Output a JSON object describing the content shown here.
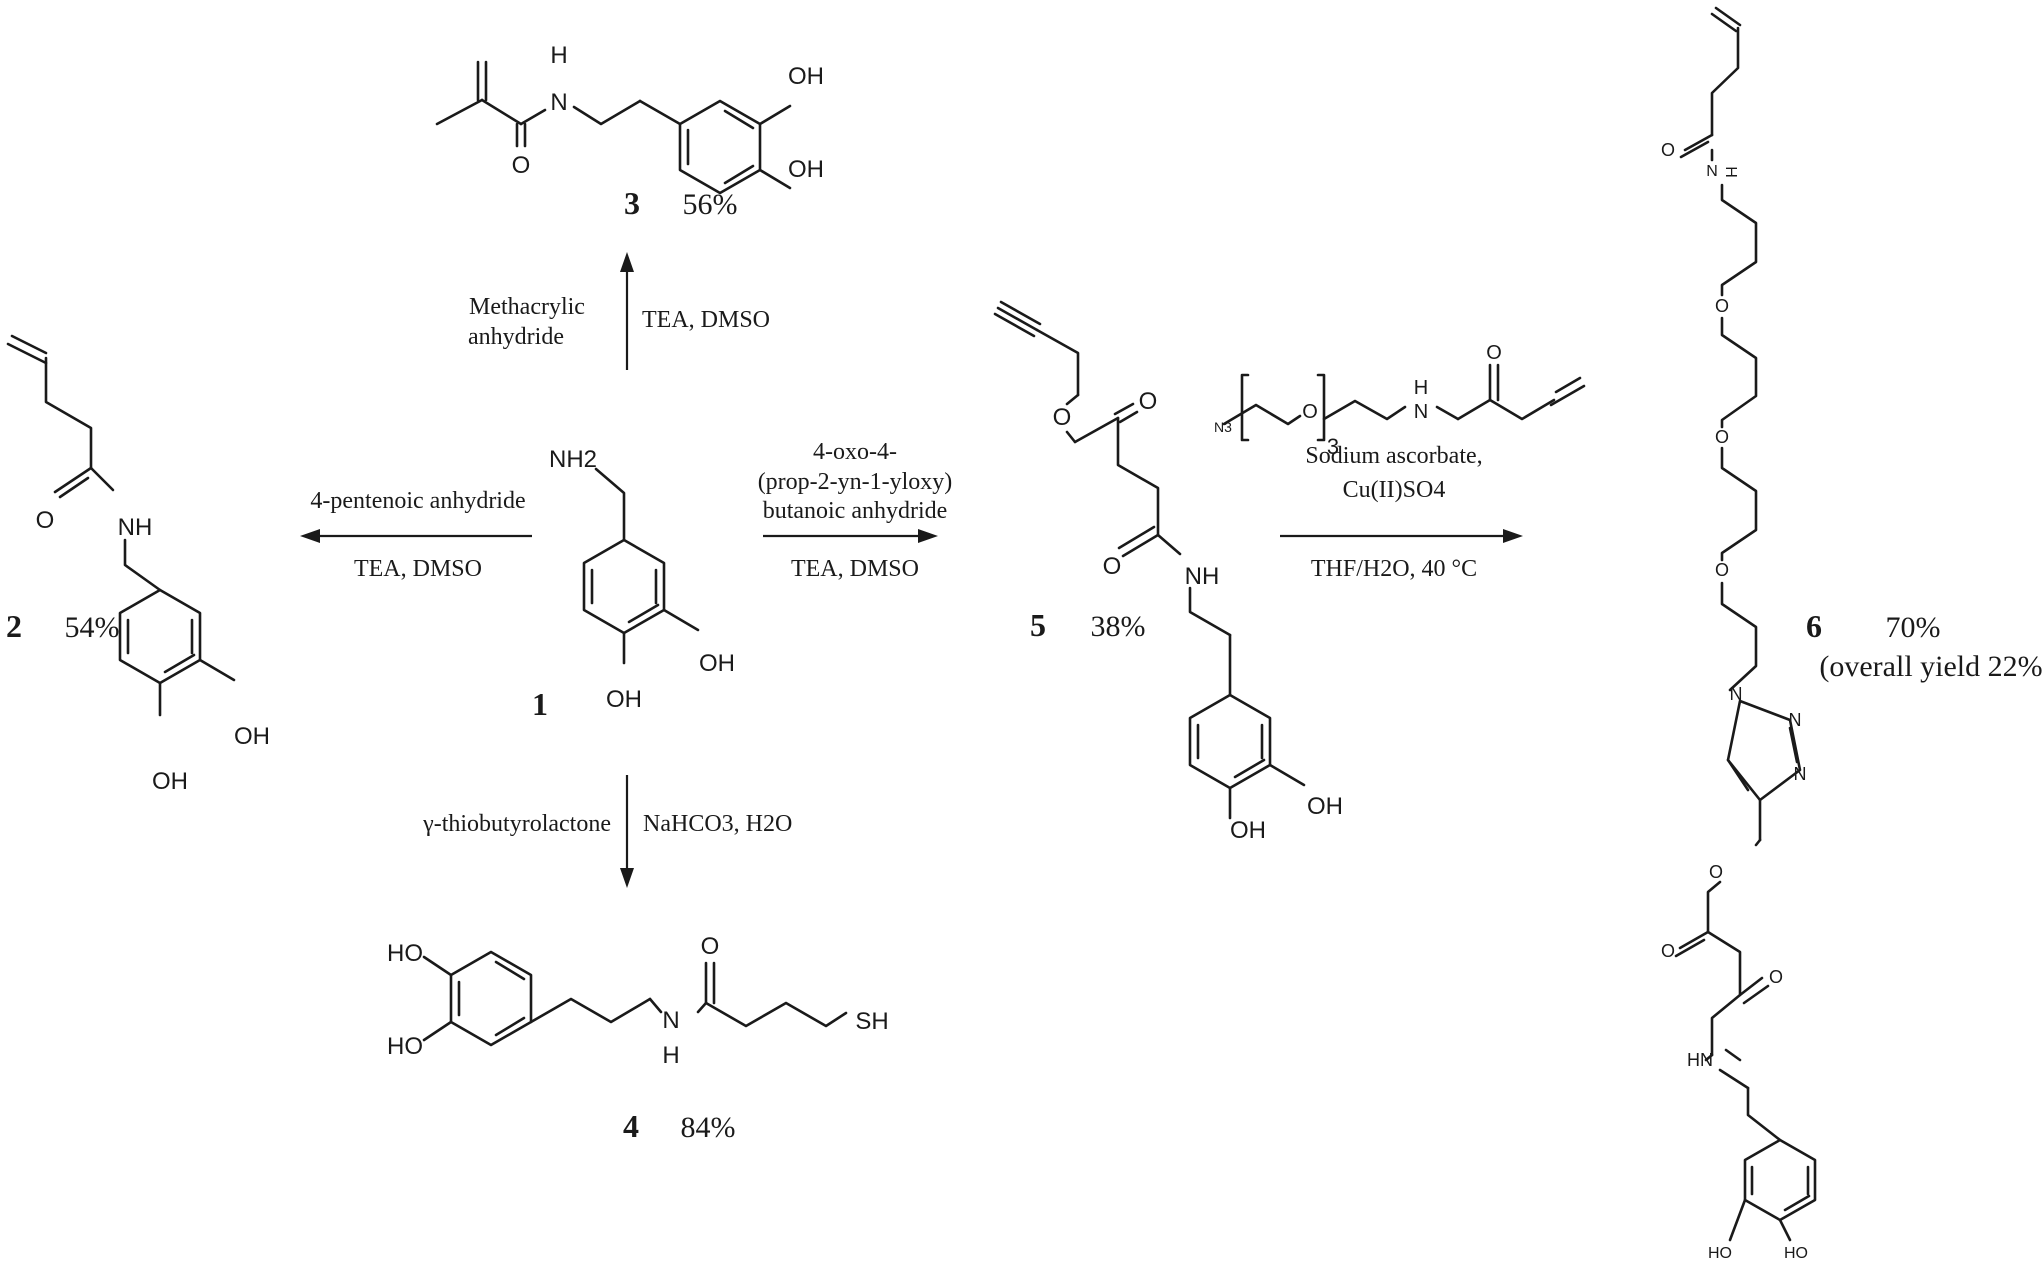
{
  "compounds": {
    "c1": {
      "number": "1",
      "amine": "NH2",
      "oh_a": "OH",
      "oh_b": "OH"
    },
    "c2": {
      "number": "2",
      "yield": "54%",
      "nh": "NH",
      "o": "O",
      "oh_a": "OH",
      "oh_b": "OH"
    },
    "c3": {
      "number": "3",
      "yield": "56%",
      "h": "H",
      "n": "N",
      "o": "O",
      "oh_a": "OH",
      "oh_b": "OH"
    },
    "c4": {
      "number": "4",
      "yield": "84%",
      "oh_a": "HO",
      "oh_b": "HO",
      "n": "N",
      "h": "H",
      "o": "O",
      "sh": "SH"
    },
    "c5": {
      "number": "5",
      "yield": "38%",
      "o_ester": "O",
      "o_carbonyl": "O",
      "o_amide": "O",
      "nh": "NH",
      "oh_a": "OH",
      "oh_b": "OH"
    },
    "c6": {
      "number": "6",
      "yield": "70%",
      "overall": "(overall yield 22%)",
      "o_top": "O",
      "h": "H",
      "n_top": "N",
      "o1": "O",
      "o2": "O",
      "o3": "O",
      "n1": "N",
      "n2": "N",
      "n3": "N",
      "o_link": "O",
      "o_ester": "O",
      "o_amide": "O",
      "hn": "HN",
      "oh_a": "HO",
      "oh_b": "HO"
    }
  },
  "reagent_azide": {
    "n3": "N3",
    "o": "O",
    "sub": "3",
    "h": "H",
    "n": "N",
    "o_carbonyl": "O"
  },
  "reactions": {
    "to3": {
      "reagent_l1": "Methacrylic",
      "reagent_l2": "anhydride",
      "conditions": "TEA, DMSO"
    },
    "to2": {
      "reagent": "4-pentenoic anhydride",
      "conditions": "TEA, DMSO"
    },
    "to5": {
      "reagent_l1": "4-oxo-4-",
      "reagent_l2": "(prop-2-yn-1-yloxy)",
      "reagent_l3": "butanoic anhydride",
      "conditions": "TEA, DMSO"
    },
    "to4": {
      "reagent": "γ-thiobutyrolactone",
      "conditions": "NaHCO3, H2O"
    },
    "to6": {
      "reagent_l1": "Sodium ascorbate,",
      "reagent_l2": "Cu(II)SO4",
      "conditions": "THF/H2O, 40 °C"
    }
  }
}
